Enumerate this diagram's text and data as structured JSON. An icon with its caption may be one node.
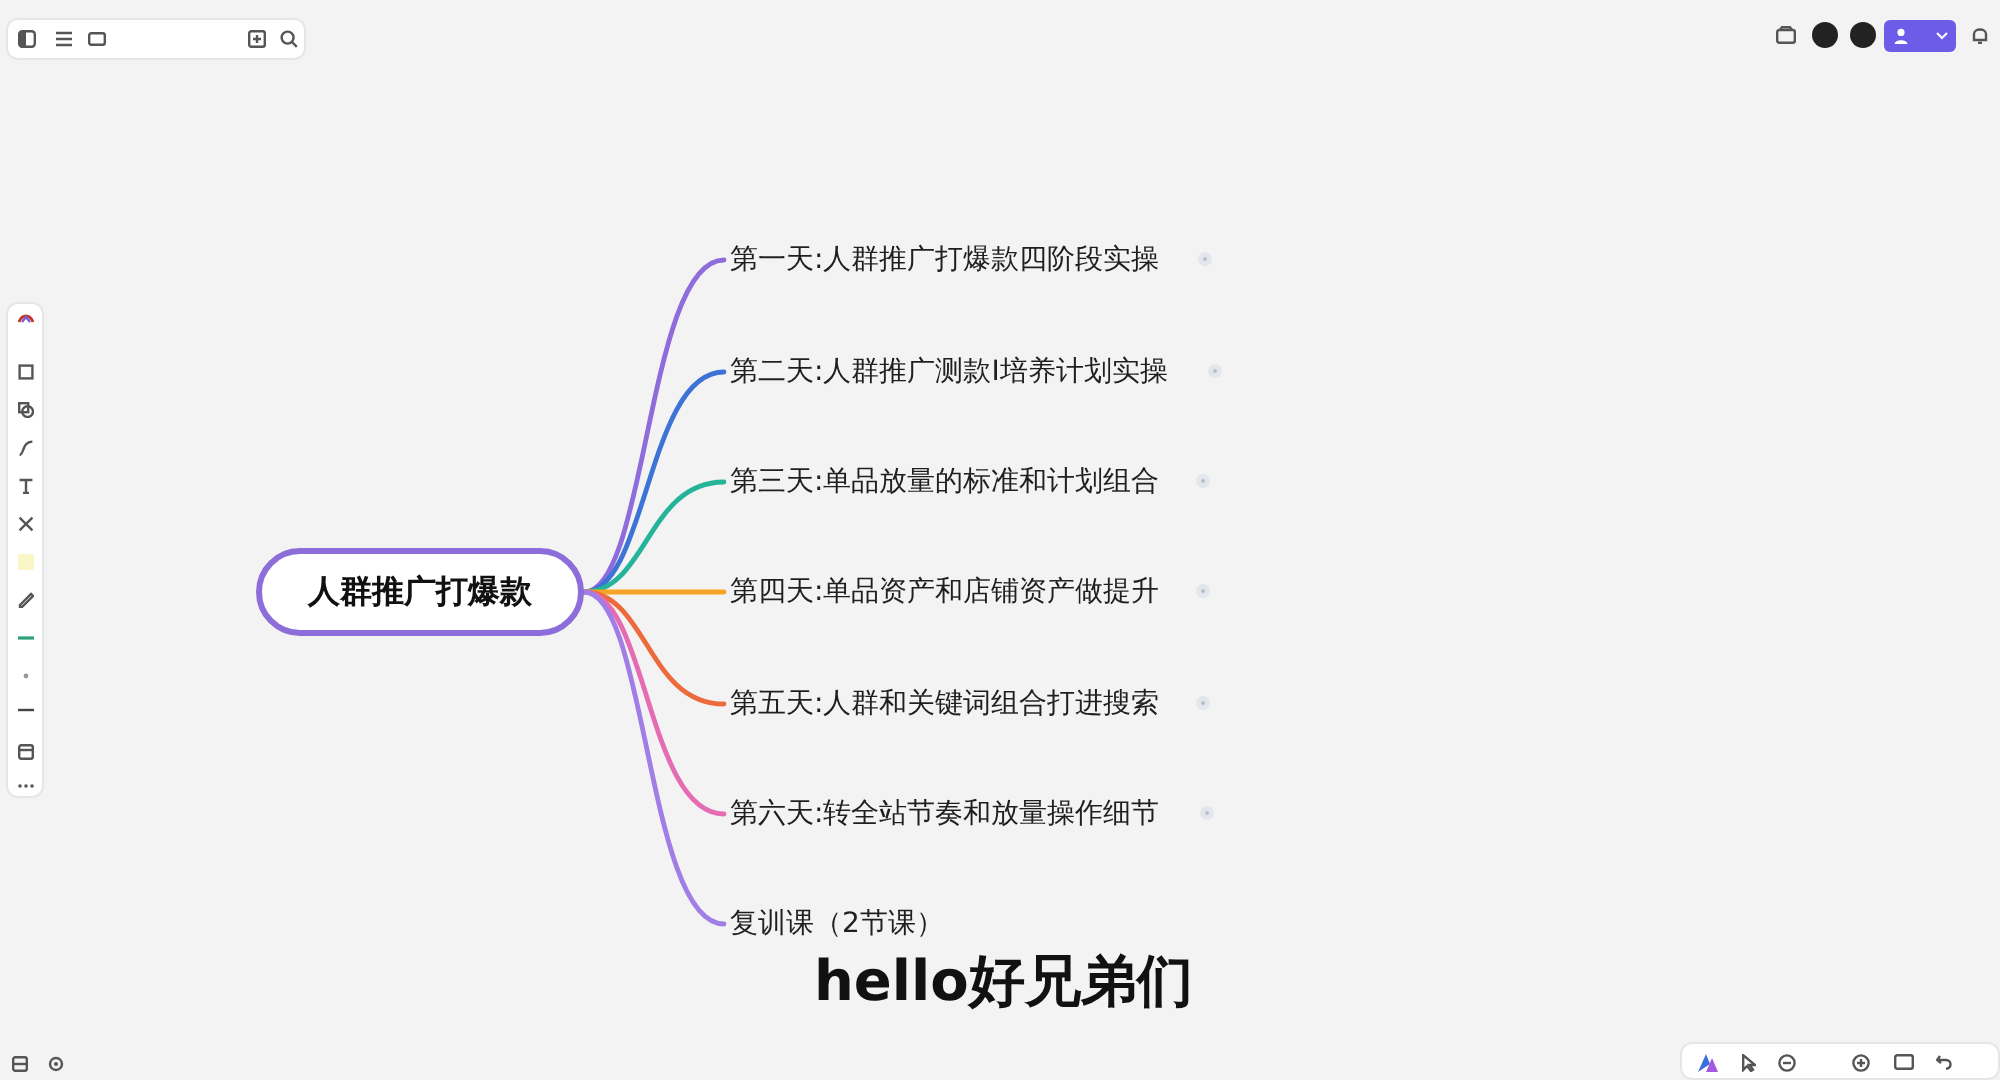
{
  "diagram": {
    "nodes": [
      {
        "text": [
          "人群推广打爆款"
        ]
      },
      {
        "text": [
          "第一天:人群推广打爆款四阶段实操"
        ]
      },
      {
        "text": [
          "第二天:人群推广测款I培养计划实操"
        ]
      },
      {
        "text": [
          "第三天:单品放量的标准和计划组合"
        ]
      },
      {
        "text": [
          "第四天:单品资产和店铺资产做提升"
        ]
      },
      {
        "text": [
          "第五天:人群和关键词组合打进搜索"
        ]
      },
      {
        "text": [
          "第六天:转全站节奏和放量操作细节"
        ]
      },
      {
        "text": [
          "复训课（2节课）"
        ]
      }
    ],
    "edges": [
      {
        "from": 0,
        "to": 1,
        "arrow": "none",
        "color": "#8e6cdb"
      },
      {
        "from": 0,
        "to": 2,
        "arrow": "none",
        "color": "#3d72d6"
      },
      {
        "from": 0,
        "to": 3,
        "arrow": "none",
        "color": "#25b39a"
      },
      {
        "from": 0,
        "to": 4,
        "arrow": "none",
        "color": "#f5a524"
      },
      {
        "from": 0,
        "to": 5,
        "arrow": "none",
        "color": "#ec6a3c"
      },
      {
        "from": 0,
        "to": 6,
        "arrow": "none",
        "color": "#e56bb3"
      },
      {
        "from": 0,
        "to": 7,
        "arrow": "none",
        "color": "#a07ee6"
      }
    ],
    "labels": [
      "hello好兄弟们"
    ]
  }
}
